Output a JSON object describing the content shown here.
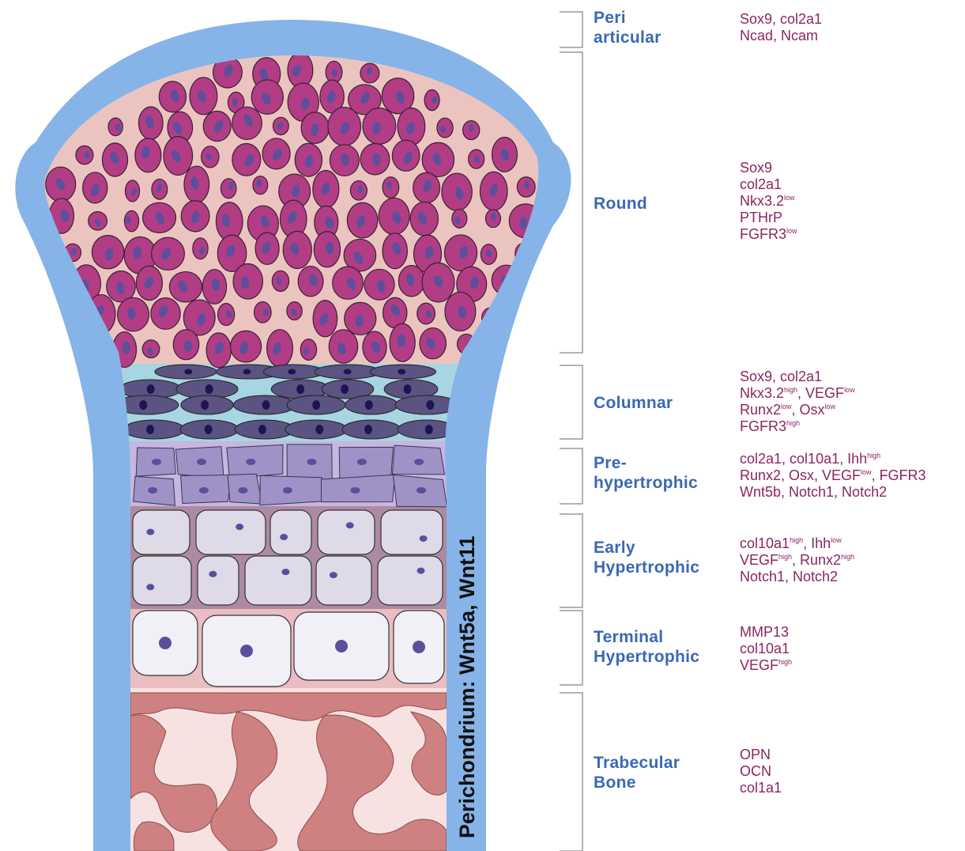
{
  "perichondrium_label": "Perichondrium: Wnt5a, Wnt11",
  "colors": {
    "perichondrium": "#86b4e8",
    "round_matrix": "#ebc4c0",
    "round_cell": "#b23d85",
    "round_nucleus": "#5d4f9c",
    "columnar_matrix": "#a7d5e2",
    "columnar_cell": "#5b5381",
    "columnar_nucleus": "#1f1452",
    "prehyp_matrix": "#c6b6e0",
    "prehyp_cell": "#9e92c7",
    "prehyp_nucleus": "#5b4f9c",
    "early_matrix": "#ae8aa2",
    "early_cell": "#dedae8",
    "terminal_matrix": "#e9bdc2",
    "terminal_cell": "#f1f0f7",
    "bone_bg": "#f7e1e1",
    "bone_trabeculae": "#cf8080",
    "zone_label": "#3a68b4",
    "marker_text": "#8b2660"
  },
  "zones": [
    {
      "id": "periarticular",
      "name_lines": [
        "Peri",
        "articular"
      ],
      "markers": [
        [
          {
            "t": "Sox9, col2a1"
          }
        ],
        [
          {
            "t": "Ncad, Ncam"
          }
        ]
      ]
    },
    {
      "id": "round",
      "name_lines": [
        "Round"
      ],
      "markers": [
        [
          {
            "t": "Sox9"
          }
        ],
        [
          {
            "t": "col2a1"
          }
        ],
        [
          {
            "t": "Nkx3.2"
          },
          {
            "sup": "low"
          }
        ],
        [
          {
            "t": "PTHrP"
          }
        ],
        [
          {
            "t": "FGFR3"
          },
          {
            "sup": "low"
          }
        ]
      ]
    },
    {
      "id": "columnar",
      "name_lines": [
        "Columnar"
      ],
      "markers": [
        [
          {
            "t": "Sox9, col2a1"
          }
        ],
        [
          {
            "t": "Nkx3.2"
          },
          {
            "sup": "high"
          },
          {
            "t": ", VEGF"
          },
          {
            "sup": "low"
          }
        ],
        [
          {
            "t": "Runx2"
          },
          {
            "sup": "low"
          },
          {
            "t": ", Osx"
          },
          {
            "sup": "low"
          }
        ],
        [
          {
            "t": "FGFR3"
          },
          {
            "sup": "high"
          }
        ]
      ]
    },
    {
      "id": "prehypertrophic",
      "name_lines": [
        "Pre-",
        "hypertrophic"
      ],
      "markers": [
        [
          {
            "t": "col2a1, col10a1, Ihh"
          },
          {
            "sup": "high"
          }
        ],
        [
          {
            "t": "Runx2, Osx, VEGF"
          },
          {
            "sup": "low"
          },
          {
            "t": ", FGFR3"
          }
        ],
        [
          {
            "t": "Wnt5b, Notch1, Notch2"
          }
        ]
      ]
    },
    {
      "id": "early-hypertrophic",
      "name_lines": [
        "Early",
        "Hypertrophic"
      ],
      "markers": [
        [
          {
            "t": "col10a1"
          },
          {
            "sup": "high"
          },
          {
            "t": ", Ihh"
          },
          {
            "sup": "low"
          }
        ],
        [
          {
            "t": "VEGF"
          },
          {
            "sup": "high"
          },
          {
            "t": ", Runx2"
          },
          {
            "sup": "high"
          }
        ],
        [
          {
            "t": "Notch1, Notch2"
          }
        ]
      ]
    },
    {
      "id": "terminal-hypertrophic",
      "name_lines": [
        "Terminal",
        "Hypertrophic"
      ],
      "markers": [
        [
          {
            "t": "MMP13"
          }
        ],
        [
          {
            "t": "col10a1"
          }
        ],
        [
          {
            "t": "VEGF"
          },
          {
            "sup": "high"
          }
        ]
      ]
    },
    {
      "id": "trabecular-bone",
      "name_lines": [
        "Trabecular",
        "Bone"
      ],
      "markers": [
        [
          {
            "t": "OPN"
          }
        ],
        [
          {
            "t": "OCN"
          }
        ],
        [
          {
            "t": "col1a1"
          }
        ]
      ]
    }
  ]
}
